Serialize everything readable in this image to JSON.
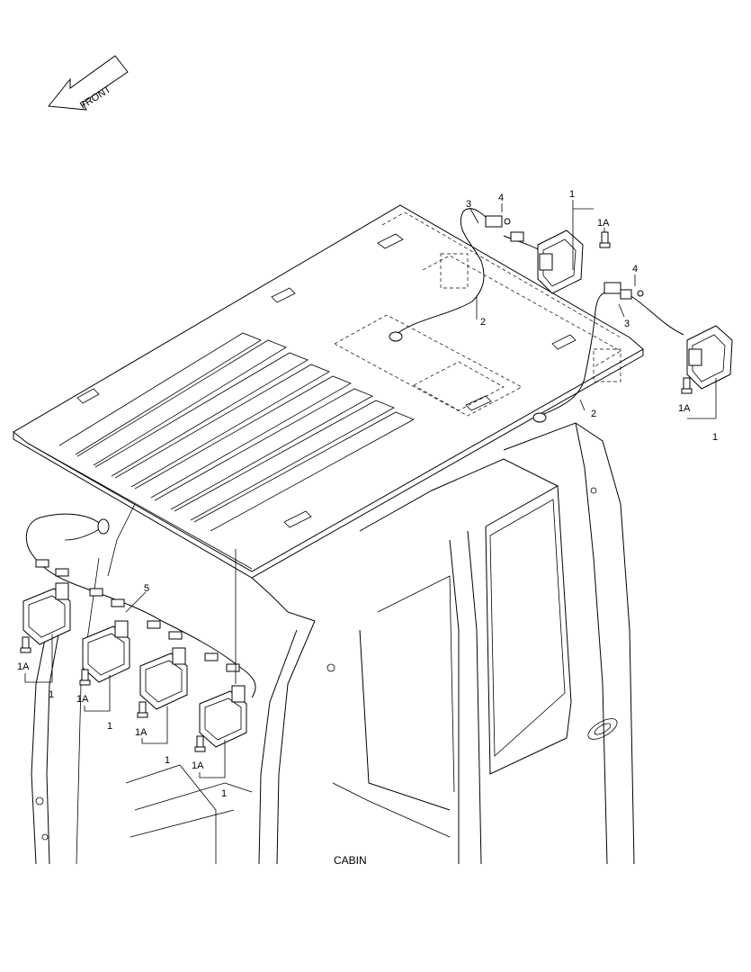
{
  "front_label": "FRONT",
  "caption": "CABIN",
  "callouts": {
    "c1_top": "1",
    "c1a_top": "1A",
    "c3_top": "3",
    "c4_top": "4",
    "c2_top": "2",
    "c4_right": "4",
    "c3_right": "3",
    "c2_right": "2",
    "c1a_right": "1A",
    "c1_right": "1",
    "c5": "5",
    "c1a_l1": "1A",
    "c1_l1": "1",
    "c1a_l2": "1A",
    "c1_l2": "1",
    "c1a_l3": "1A",
    "c1_l3": "1",
    "c1a_l4": "1A",
    "c1_l4": "1"
  }
}
